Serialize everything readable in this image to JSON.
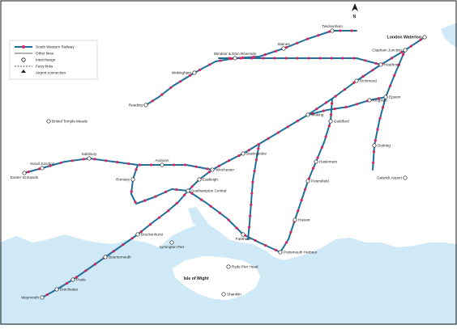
{
  "colors": {
    "line": "#1f6f99",
    "station": "#e0245e",
    "sea": "#cfe9f6",
    "land": "#ffffff",
    "text": "#1a1a1a"
  },
  "legend": {
    "items": [
      "South Western Railway",
      "Other lines",
      "Interchange",
      "Ferry links",
      "Airport connection"
    ]
  },
  "compass": {
    "north_label": "N"
  },
  "stations": {
    "london_waterloo": "London Waterloo",
    "clapham": "Clapham Junction",
    "richmond": "Richmond",
    "twickenham": "Twickenham",
    "kingston": "Kingston",
    "staines": "Staines",
    "windsor": "Windsor & Eton Riverside",
    "woking": "Woking",
    "guildford": "Guildford",
    "reading": "Reading",
    "wokingham": "Wokingham",
    "basingstoke": "Basingstoke",
    "andover": "Andover",
    "salisbury": "Salisbury",
    "romsey": "Romsey",
    "winchester": "Winchester",
    "eastleigh": "Eastleigh",
    "southampton": "Southampton Central",
    "brockenhurst": "Brockenhurst",
    "bournemouth": "Bournemouth",
    "poole": "Poole",
    "weymouth": "Weymouth",
    "dorchester": "Dorchester",
    "fareham": "Fareham",
    "portsmouth": "Portsmouth Harbour",
    "havant": "Havant",
    "haslemere": "Haslemere",
    "petersfield": "Petersfield",
    "epsom": "Epsom",
    "dorking": "Dorking",
    "lymington": "Lymington Pier",
    "ryde": "Ryde Pier Head",
    "shanklin": "Shanklin",
    "isle_of_wight": "Isle of Wight",
    "exeter": "Exeter St Davids",
    "bristol": "Bristol Temple Meads",
    "yeovil": "Yeovil Junction",
    "gatwick": "Gatwick Airport",
    "heathrow": "Heathrow"
  }
}
